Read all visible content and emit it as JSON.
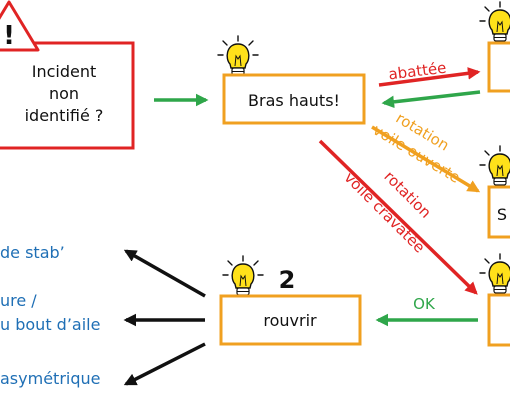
{
  "colors": {
    "red": "#e02424",
    "green": "#2fa64a",
    "orange": "#f0a020",
    "black": "#111111",
    "blue": "#1f6fb5",
    "bulb": "#ffe11a"
  },
  "boxes": {
    "incident": [
      "Incident",
      "non",
      "identifié ?"
    ],
    "bras_hauts": "Bras hauts!",
    "rouvrir": "rouvrir",
    "right_partial": "S"
  },
  "step_number": "2",
  "arrow_labels": {
    "abattee": "abattée",
    "rotation_ouverte": [
      "rotation",
      "voile ouverte"
    ],
    "rotation_cravatee": [
      "rotation",
      "voile cravatée"
    ],
    "ok": "OK"
  },
  "left_items": [
    "de stab’",
    "ure /",
    "u bout d’aile",
    "asymétrique"
  ]
}
